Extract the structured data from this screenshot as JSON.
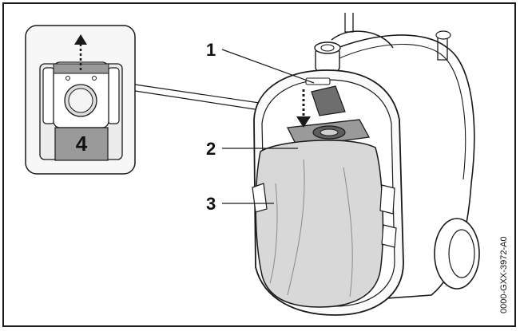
{
  "callouts": {
    "one": "1",
    "two": "2",
    "three": "3",
    "four": "4"
  },
  "document_id": "0000-GXX-3972-A0",
  "colors": {
    "line": "#1a1a1a",
    "bag_fill": "#d8d8d8",
    "dark_fill": "#6e6e6e",
    "inset_bg": "#f4f4f4",
    "label_fill": "#9a9a9a"
  },
  "icons": [
    "up-arrow-icon",
    "down-arrow-icon"
  ]
}
